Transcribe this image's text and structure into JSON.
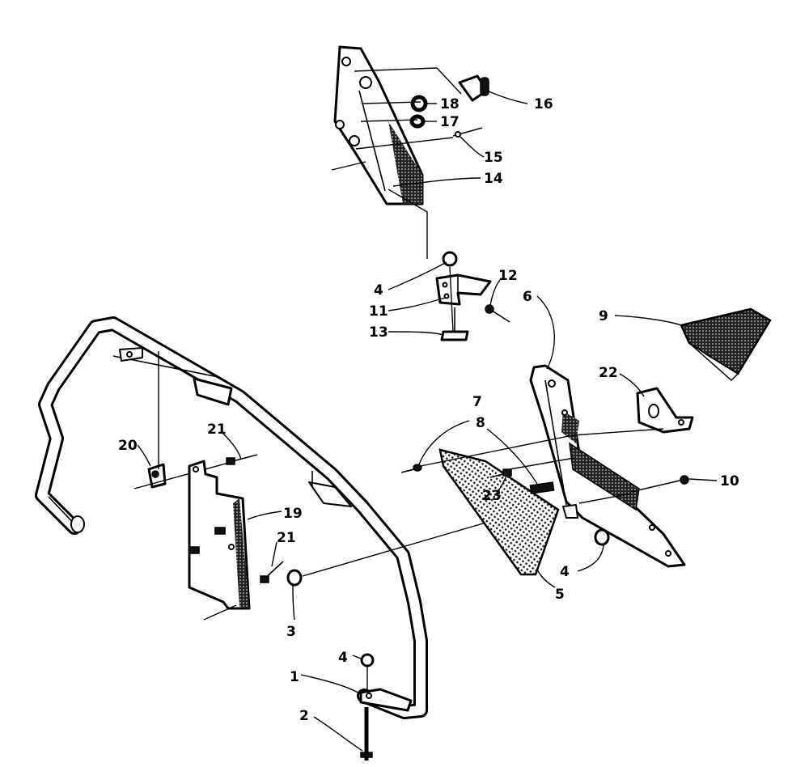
{
  "colors": {
    "line": "#000000",
    "background": "#ffffff",
    "hatch": "#111111"
  },
  "callouts": [
    {
      "id": "c1",
      "text": "1"
    },
    {
      "id": "c2",
      "text": "2"
    },
    {
      "id": "c3",
      "text": "3"
    },
    {
      "id": "c4a",
      "text": "4"
    },
    {
      "id": "c4b",
      "text": "4"
    },
    {
      "id": "c4c",
      "text": "4"
    },
    {
      "id": "c5",
      "text": "5"
    },
    {
      "id": "c6",
      "text": "6"
    },
    {
      "id": "c7",
      "text": "7"
    },
    {
      "id": "c8",
      "text": "8"
    },
    {
      "id": "c9",
      "text": "9"
    },
    {
      "id": "c10",
      "text": "10"
    },
    {
      "id": "c11",
      "text": "11"
    },
    {
      "id": "c12",
      "text": "12"
    },
    {
      "id": "c13",
      "text": "13"
    },
    {
      "id": "c14",
      "text": "14"
    },
    {
      "id": "c15",
      "text": "15"
    },
    {
      "id": "c16",
      "text": "16"
    },
    {
      "id": "c17",
      "text": "17"
    },
    {
      "id": "c18",
      "text": "18"
    },
    {
      "id": "c19",
      "text": "19"
    },
    {
      "id": "c20",
      "text": "20"
    },
    {
      "id": "c21a",
      "text": "21"
    },
    {
      "id": "c21b",
      "text": "21"
    },
    {
      "id": "c22",
      "text": "22"
    },
    {
      "id": "c23",
      "text": "23"
    }
  ]
}
